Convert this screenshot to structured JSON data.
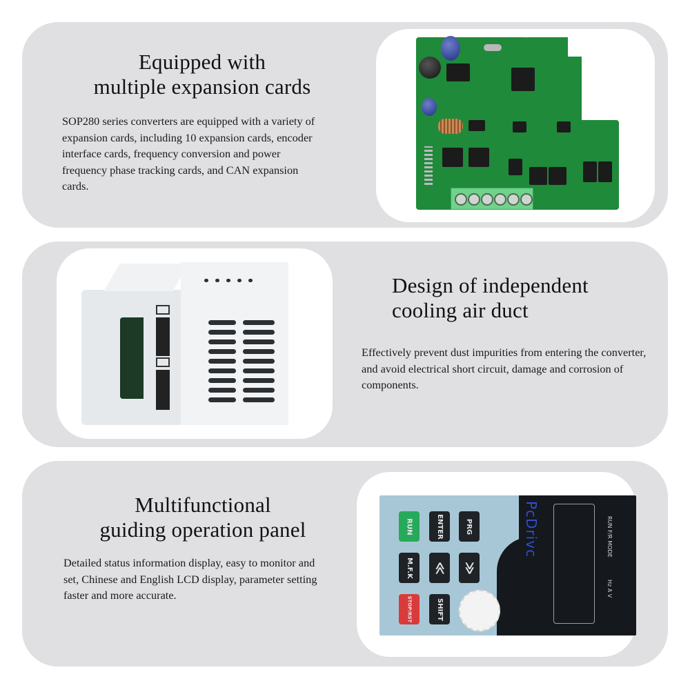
{
  "sections": [
    {
      "title_line1": "Equipped with",
      "title_line2": "multiple expansion cards",
      "body": "SOP280 series converters are equipped with a variety of expansion cards, including 10 expansion cards, encoder interface cards, frequency conversion and power frequency phase tracking cards, and CAN expansion cards.",
      "image": "expansion-card-pcb"
    },
    {
      "title_line1": "Design of independent",
      "title_line2": "cooling air duct",
      "body": "Effectively prevent dust impurities from entering the converter, and avoid electrical short circuit, damage and corrosion of components.",
      "image": "inverter-side-view"
    },
    {
      "title_line1": "Multifunctional",
      "title_line2": "guiding operation panel",
      "body": "Detailed status information display, easy to monitor and set, Chinese and English LCD display, parameter setting faster and more accurate.",
      "image": "operation-keypad"
    }
  ],
  "keypad": {
    "brand": "PcDrivc",
    "keys": {
      "run": "RUN",
      "enter": "ENTER",
      "prg": "PRG",
      "mfk": "M.F.K",
      "left": "≪",
      "right": "≫",
      "stop": "STOP/RST",
      "shift": "SHIFT"
    },
    "indicators_top": "RUN  F/R  MODE",
    "indicators_units": "Hz   A   V"
  },
  "colors": {
    "panel_bg": "#e0e0e2",
    "card_bg": "#ffffff",
    "pcb_green": "#1f8a3a",
    "run_key": "#27a95c",
    "stop_key": "#d93a3a",
    "keypad_blue": "#a8c7d6",
    "brand_blue": "#2f4fd0"
  }
}
